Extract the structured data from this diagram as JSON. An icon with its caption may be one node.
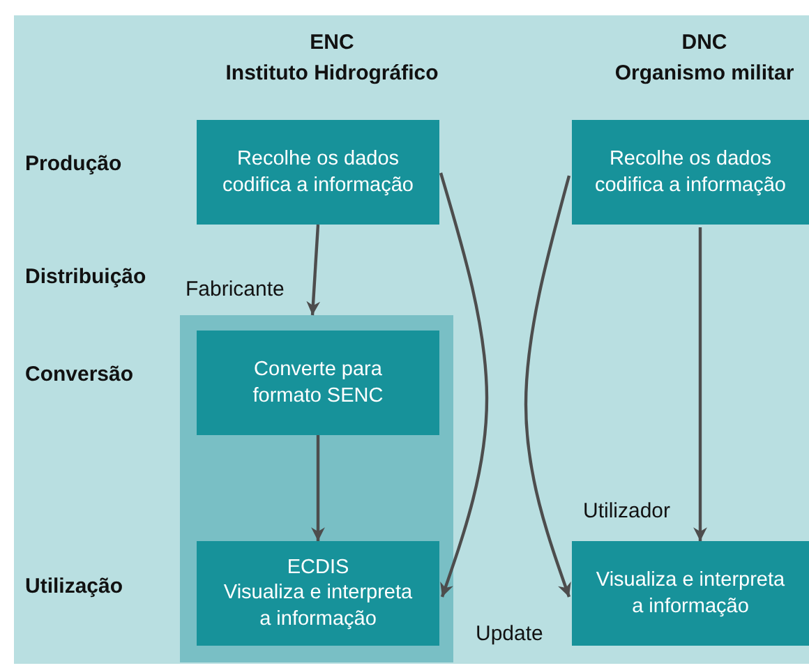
{
  "diagram": {
    "nodes": [
      {
        "text": [
          "Recolhe os dados codifica a informação"
        ]
      },
      {
        "text": [
          "Recolhe os dados codifica a informação"
        ]
      },
      {
        "text": [],
        "shape": "box"
      },
      {
        "text": [
          "Converte para formato SENC"
        ],
        "in": 2
      },
      {
        "text": [
          "ECDIS",
          "Visualiza e interpreta a informação"
        ],
        "in": 2
      },
      {
        "text": [
          "Visualiza e interpreta a informação"
        ]
      }
    ],
    "edges": [
      {
        "from": 0,
        "to": 2,
        "arrow": "to"
      },
      {
        "from": 3,
        "to": 4,
        "arrow": "to"
      },
      {
        "from": 0,
        "to": 4,
        "arrow": "to"
      },
      {
        "from": 1,
        "to": 5,
        "arrow": "to"
      },
      {
        "from": 1,
        "to": 5,
        "arrow": "to"
      }
    ],
    "labels": [
      "ENC",
      "DNC",
      "Instituto Hidrográfico",
      "Organismo militar",
      "Produção",
      "Distribuição",
      "Fabricante",
      "Conversão",
      "Utilizador",
      "Utilização",
      "Update"
    ]
  }
}
